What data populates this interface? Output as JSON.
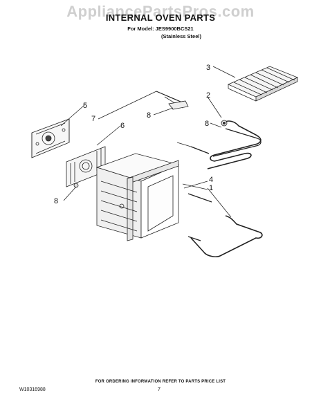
{
  "watermark": "AppliancePartsPros.com",
  "header": {
    "title": "INTERNAL OVEN PARTS",
    "model_line": "For Model: JES9900BCS21",
    "finish_line": "(Stainless Steel)"
  },
  "callouts": [
    "3",
    "2",
    "5",
    "7",
    "6",
    "8",
    "8",
    "8",
    "4",
    "1"
  ],
  "footer": {
    "ordering_info": "FOR ORDERING INFORMATION REFER TO PARTS PRICE LIST",
    "document_number": "W10316988",
    "page_number": "7"
  }
}
